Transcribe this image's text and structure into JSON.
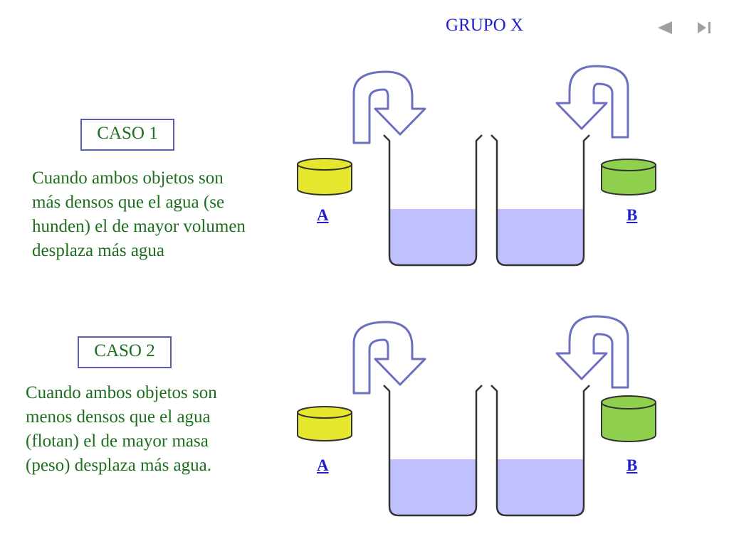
{
  "header": {
    "title": "GRUPO X"
  },
  "nav": {
    "prev_icon": "triangle-left-icon",
    "last_icon": "skip-to-end-icon",
    "icon_color": "#a0a0a0"
  },
  "colors": {
    "text_green": "#1d6e1d",
    "title_blue": "#1f1fd0",
    "box_border": "#5a5fb0",
    "water": "#c0c0ff",
    "object_a": "#e6e62e",
    "object_b": "#8fd14f",
    "arrow_stroke": "#6b6fbf"
  },
  "cases": [
    {
      "label": "CASO 1",
      "description": "Cuando ambos objetos son\nmás densos que el agua (se\nhunden) el de mayor volumen\ndesplaza más agua",
      "object_a_label": "A",
      "object_b_label": "B"
    },
    {
      "label": "CASO 2",
      "description": "Cuando ambos objetos son\nmenos densos que el agua\n(flotan) el de mayor masa\n(peso) desplaza más agua.",
      "object_a_label": "A",
      "object_b_label": "B"
    }
  ]
}
